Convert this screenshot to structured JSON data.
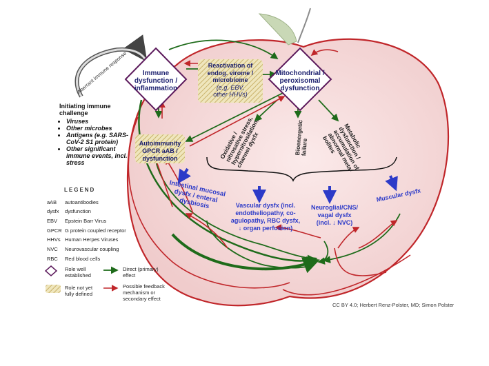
{
  "diagram": {
    "nodes": {
      "immune": "Immune dysfunction / inflammation",
      "reactivation": [
        "Reactivation of",
        "endog. virome /",
        "microbiome",
        "(e.g. EBV,",
        "other HHVs)"
      ],
      "mitochondrial": "Mitochondrial / peroxisomal dysfunction",
      "autoimmunity": [
        "Autoimmunity",
        "GPCR aAB /",
        "dysfunction"
      ],
      "oxidative": [
        "Oxidative /",
        "nitrosative stress,",
        "hypernitrosilation,",
        "channel dysfx"
      ],
      "bioenergetic": [
        "Bioenergetic",
        "failure"
      ],
      "metabolic": [
        "Metabolic",
        "dysfunction /",
        "accumulation of",
        "abnormal meta-",
        "bolites"
      ],
      "intestinal": [
        "Intestinal mucosal",
        "dysfx / enteral",
        "dysbiosis"
      ],
      "vascular": [
        "Vascular dysfx (incl.",
        "endotheliopathy, co-",
        "agulopathy, RBC dysfx,",
        "↓ organ perfusion)"
      ],
      "neuroglial": [
        "Neuroglial/CNS/",
        "vagal dysfx",
        "(incl. ↓ NVC)"
      ],
      "muscular": "Muscular dysfx"
    },
    "aberrant_label": "Aberrant immune response",
    "initiating": {
      "title": [
        "Initiating immune",
        "challenge"
      ],
      "items": [
        "Viruses",
        "Other microbes",
        "Antigens (e.g. SARS-CoV-2 S1 protein)",
        "Other significant immune events, incl. stress"
      ]
    },
    "legend": {
      "title": "LEGEND",
      "abbreviations": [
        {
          "abbr": "aAB",
          "meaning": "autoantibodies"
        },
        {
          "abbr": "dysfx",
          "meaning": "dysfunction"
        },
        {
          "abbr": "EBV",
          "meaning": "Epstein Barr Virus"
        },
        {
          "abbr": "GPCR",
          "meaning": "G protein coupled receptor"
        },
        {
          "abbr": "HHVs",
          "meaning": "Human Herpes Viruses"
        },
        {
          "abbr": "NVC",
          "meaning": "Neurovascular coupling"
        },
        {
          "abbr": "RBC",
          "meaning": "Red blood cells"
        }
      ],
      "symbols": {
        "established": [
          "Role well",
          "established"
        ],
        "not_defined": [
          "Role not yet",
          "fully defined"
        ],
        "direct": [
          "Direct (primary)",
          "effect"
        ],
        "feedback": [
          "Possible feedback",
          "mechanism or",
          "secondary effect"
        ]
      }
    },
    "credit": "CC BY 4.0; Herbert Renz-Polster, MD; Simon Polster",
    "colors": {
      "navy": "#1b1f6e",
      "purple": "#5c1a5c",
      "green": "#1e6b1a",
      "red": "#c0262a",
      "blue": "#2c3ac8",
      "apple_fill": "#f7dede",
      "leaf": "#c9d8b6",
      "hatch": "#e8dca0"
    }
  }
}
